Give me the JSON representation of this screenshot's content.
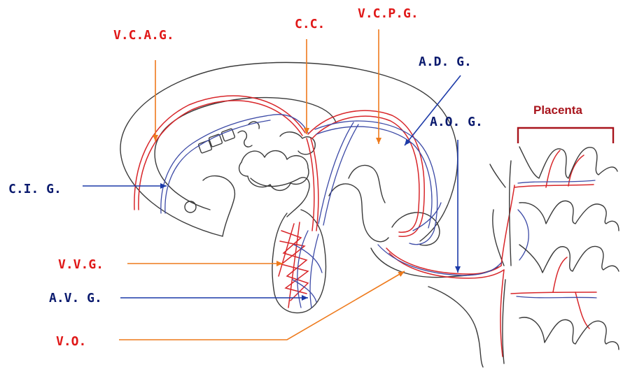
{
  "labels": {
    "vcag": "V.C.A.G.",
    "cc": "C.C.",
    "vcpg": "V.C.P.G.",
    "adg": "A.D. G.",
    "aog": "A.O. G.",
    "cig": "C.I. G.",
    "vvg": "V.V.G.",
    "avg": "A.V. G.",
    "vo": "V.O.",
    "placenta": "Placenta"
  },
  "colors": {
    "vein_label": "#e01818",
    "artery_label": "#0a1a6e",
    "vein_pointer": "#ee7a1c",
    "artery_pointer": "#1c3aa8",
    "placenta_label": "#a8141c",
    "outline": "#3a3a3a"
  }
}
